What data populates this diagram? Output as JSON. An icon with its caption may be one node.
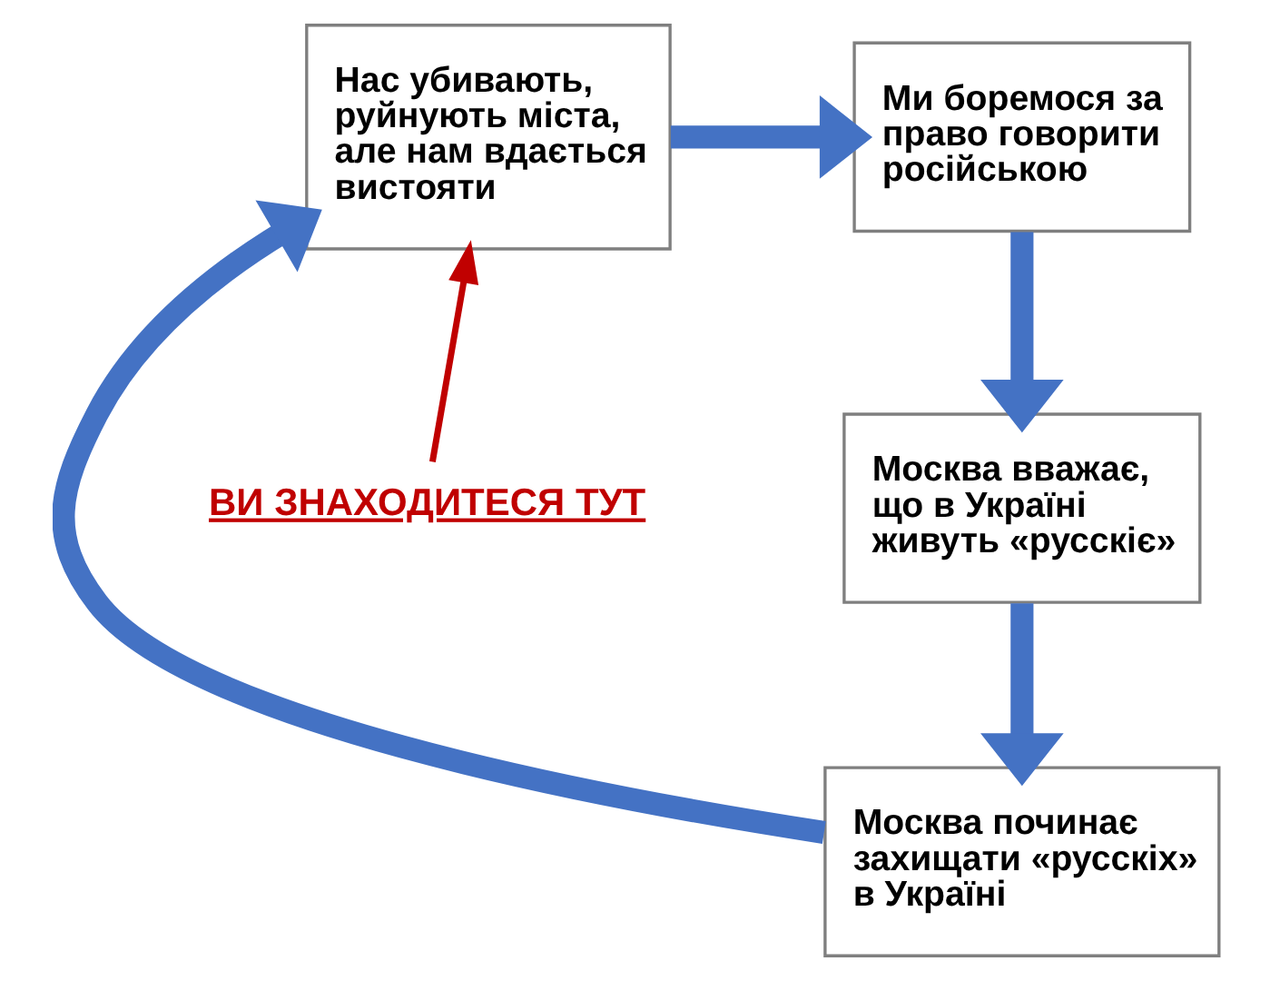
{
  "diagram": {
    "nodes": [
      {
        "text": [
          "Нас убивають, руйнують міста, але нам вдається вистояти"
        ]
      },
      {
        "text": [
          "Ми боремося за право говорити російською"
        ]
      },
      {
        "text": [
          "Москва вважає, що в Україні живуть «русскіє»"
        ]
      },
      {
        "text": [
          "Москва починає захищати «русскіх» в Україні"
        ]
      },
      {
        "text": [
          "ВИ ЗНАХОДИТЕСЯ ТУТ"
        ]
      }
    ],
    "edges": [
      {
        "from": 0,
        "to": 1,
        "arrow": "to"
      },
      {
        "from": 1,
        "to": 2,
        "arrow": "to"
      },
      {
        "from": 2,
        "to": 3,
        "arrow": "to"
      },
      {
        "from": 3,
        "to": 0,
        "arrow": "to"
      },
      {
        "from": 4,
        "to": 0,
        "arrow": "to",
        "color": "#c00000"
      }
    ]
  }
}
